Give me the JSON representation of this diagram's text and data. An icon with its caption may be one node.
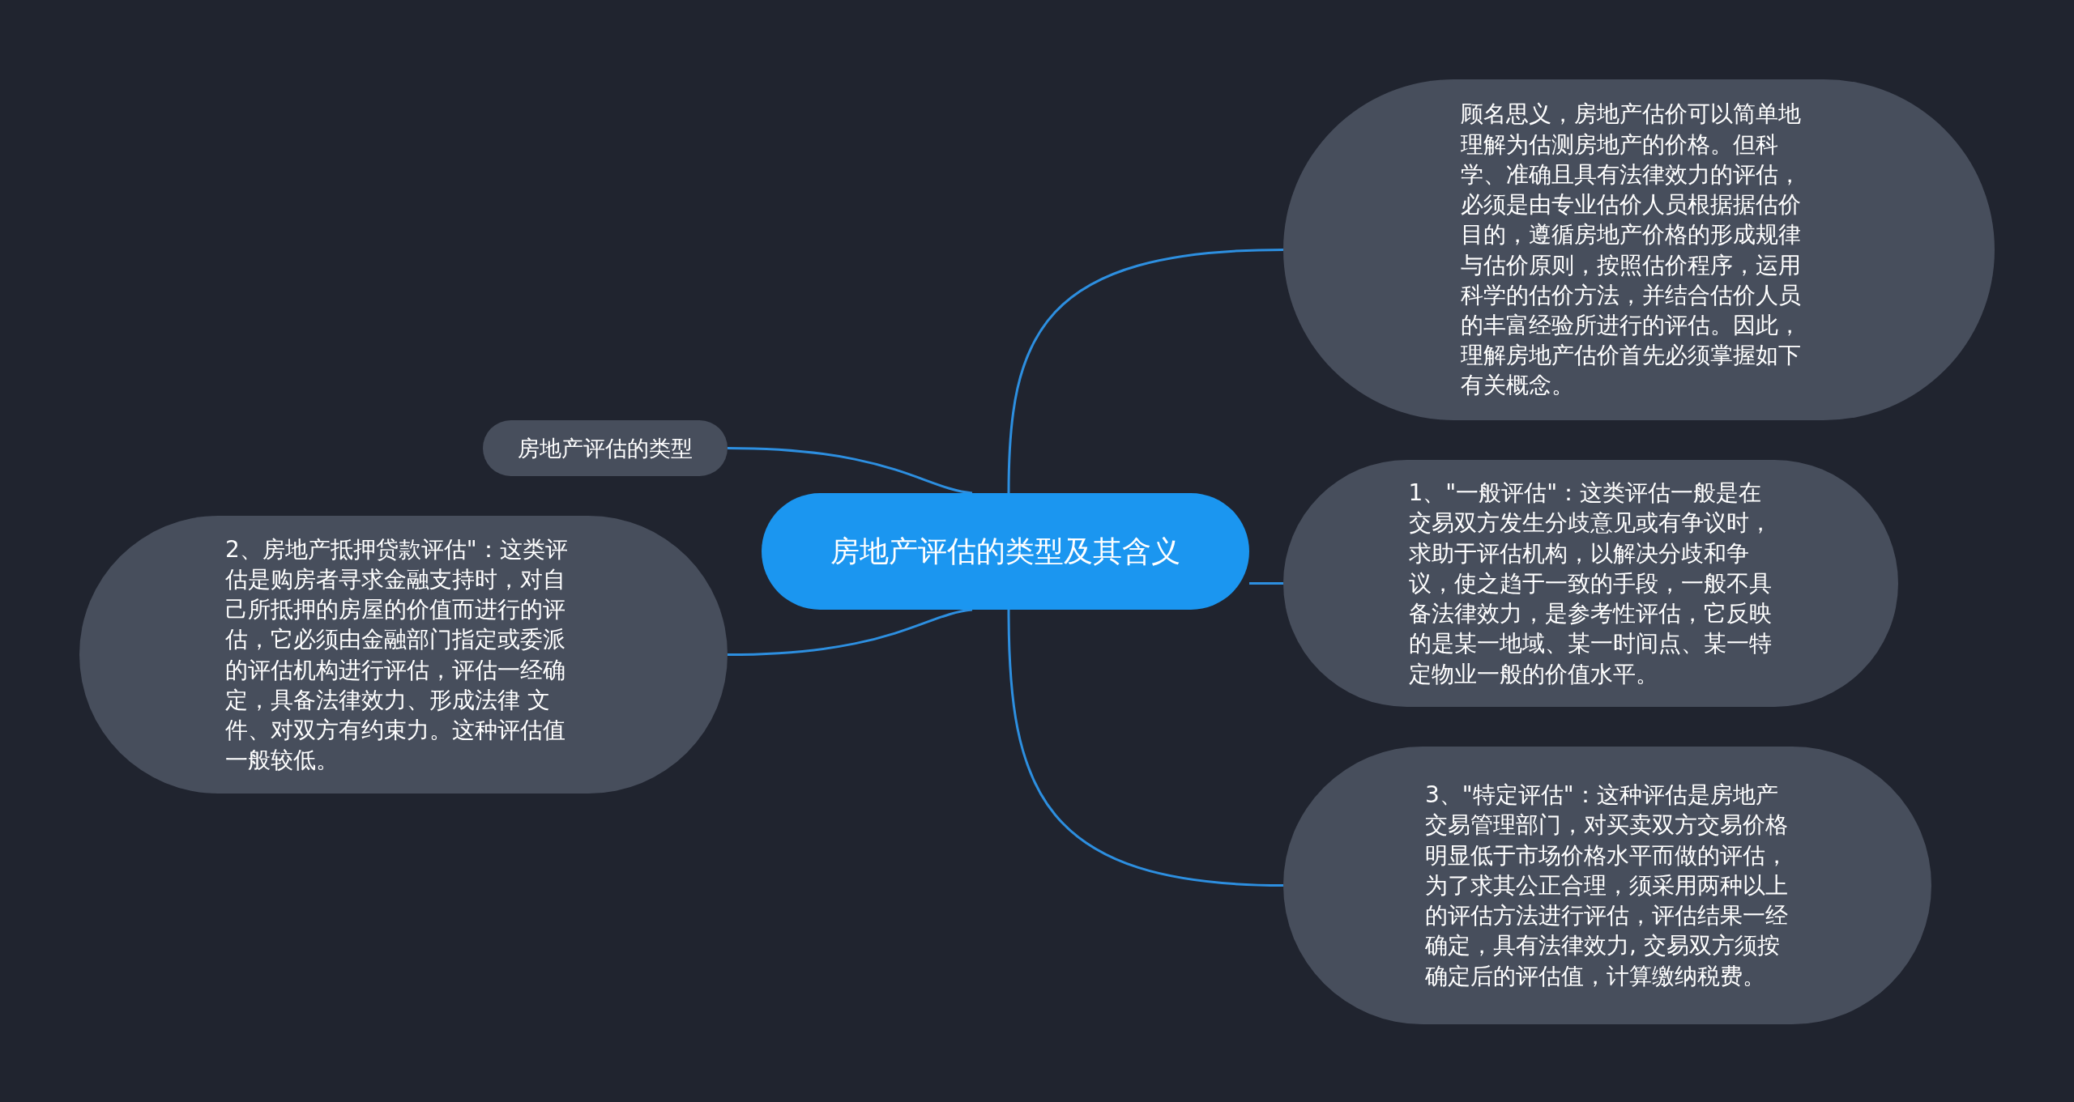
{
  "diagram": {
    "nodes": [
      {
        "text": [
          "房地产评估的类型及其含义"
        ]
      },
      {
        "text": [
          "顾名思义，房地产估价可以简单地理解为估测房地产的价格。但科学、准确且具有法律效力的评估，必须是由专业估价人员根据据估价目的，遵循房地产价格的形成规律与估价原则，按照估价程序，运用科学的估价方法，并结合估价人员的丰富经验所进行的评估。因此，理解房地产估价首先必须掌握如下有关概念。"
        ]
      },
      {
        "text": [
          "房地产评估的类型"
        ]
      },
      {
        "text": [
          "1、\"一般评估\"：这类评估一般是在交易双方发生分歧意见或有争议时，求助于评估机构，以解决分歧和争议，使之趋于一致的手段，一般不具备法律效力，是参考性评估，它反映的是某一地域、某一时间点、某一特定物业一般的价值水平。"
        ]
      },
      {
        "text": [
          "2、房地产抵押贷款评估\"：这类评估是购房者寻求金融支持时，对自己所抵押的房屋的价值而进行的评估，它必须由金融部门指定或委派的评估机构进行评估，评估一经确定，具备法律效力、形成法律 文件、对双方有约束力。这种评估值一般较低。"
        ]
      },
      {
        "text": [
          "3、\"特定评估\"：这种评估是房地产交易管理部门，对买卖双方交易价格明显低于市场价格水平而做的评估，为了求其公正合理，须采用两种以上的评估方法进行评估，评估结果一经确定，具有法律效力, 交易双方须按确定后的评估值，计算缴纳税费。"
        ]
      }
    ],
    "edges": [
      {
        "from": 0,
        "to": 1,
        "arrow": "none"
      },
      {
        "from": 0,
        "to": 2,
        "arrow": "none"
      },
      {
        "from": 0,
        "to": 3,
        "arrow": "none"
      },
      {
        "from": 0,
        "to": 4,
        "arrow": "none"
      },
      {
        "from": 0,
        "to": 5,
        "arrow": "none"
      }
    ]
  }
}
